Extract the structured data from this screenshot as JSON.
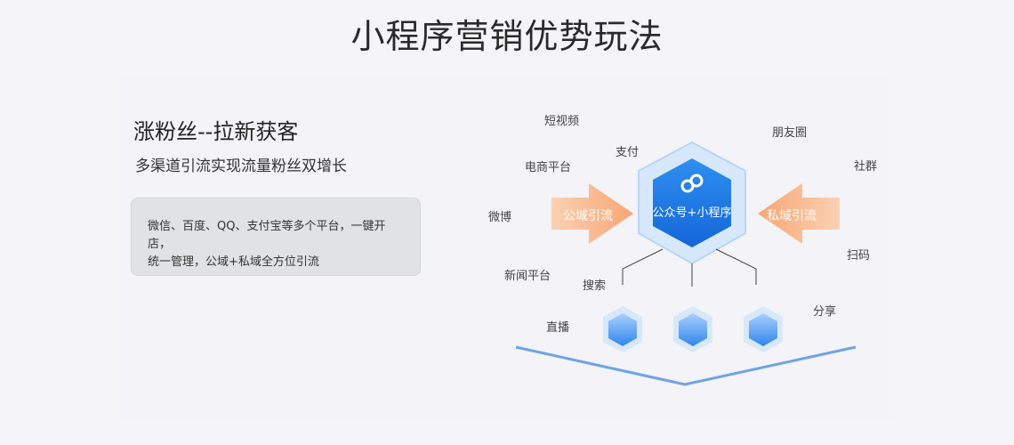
{
  "title": "小程序营销优势玩法",
  "headline": "涨粉丝--拉新获客",
  "subhead": "多渠道引流实现流量粉丝双增长",
  "description": {
    "line1": "微信、百度、QQ、支付宝等多个平台，一键开店，",
    "line2": "统一管理，公域+私域全方位引流"
  },
  "diagram": {
    "center_label": "公众号+小程序",
    "left_arrow": "公域引流",
    "right_arrow": "私域引流",
    "channels": {
      "short_video": "短视频",
      "pay": "支付",
      "ecommerce": "电商平台",
      "weibo": "微博",
      "news": "新闻平台",
      "search": "搜索",
      "live": "直播",
      "moments": "朋友圈",
      "community": "社群",
      "scan": "扫码",
      "share": "分享"
    },
    "colors": {
      "arrow": "#f9b68a",
      "hex_blue": "#1f7de6",
      "hex_light": "#cfe3fb",
      "line": "#6fa3e6"
    },
    "icons": {
      "center": "mini-program-logo-icon"
    }
  }
}
